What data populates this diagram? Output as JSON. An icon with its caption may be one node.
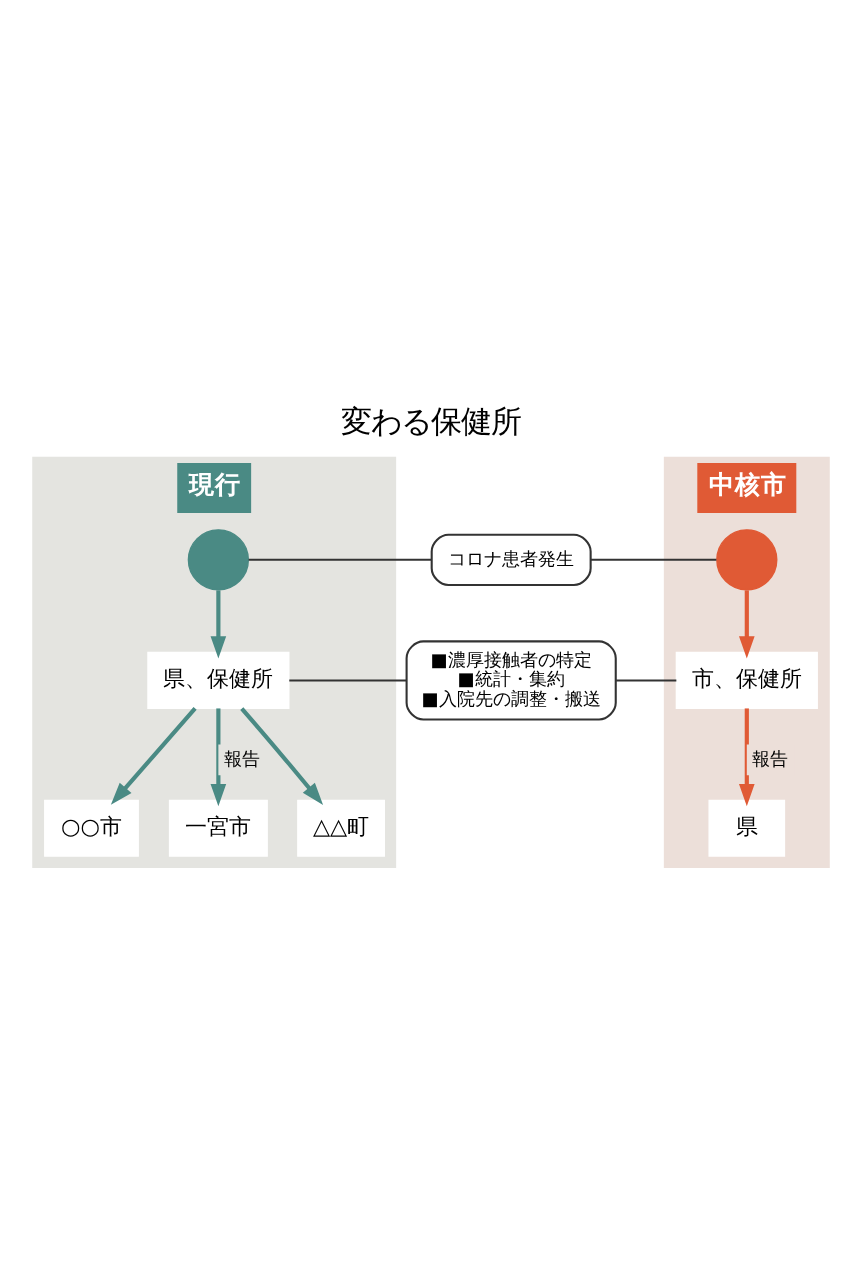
{
  "diagram": {
    "title": "変わる保健所",
    "nodes": [
      {
        "text": [
          "現行"
        ]
      },
      {
        "text": [],
        "shape": "person",
        "in": 0
      },
      {
        "text": [
          "県、保健所"
        ],
        "in": 0
      },
      {
        "text": [
          "○○市"
        ],
        "in": 0
      },
      {
        "text": [
          "一宮市"
        ],
        "in": 0
      },
      {
        "text": [
          "△△町"
        ],
        "in": 0
      },
      {
        "text": [
          "中核市"
        ]
      },
      {
        "text": [],
        "shape": "person",
        "in": 6
      },
      {
        "text": [
          "市、保健所"
        ],
        "in": 6
      },
      {
        "text": [
          "県"
        ],
        "in": 6
      },
      {
        "text": [
          "コロナ患者発生"
        ]
      },
      {
        "text": [
          "■濃厚接触者の特定",
          "■統計・集約",
          "■入院先の調整・搬送"
        ]
      }
    ],
    "edges": [
      {
        "from": 1,
        "to": 2,
        "arrow": "to"
      },
      {
        "from": 2,
        "to": 3,
        "arrow": "to"
      },
      {
        "from": 2,
        "to": 4,
        "arrow": "to",
        "label": "報告"
      },
      {
        "from": 2,
        "to": 5,
        "arrow": "to"
      },
      {
        "from": 7,
        "to": 8,
        "arrow": "to",
        "color": "#e05a35"
      },
      {
        "from": 8,
        "to": 9,
        "arrow": "to",
        "label": "報告",
        "color": "#e05a35"
      },
      {
        "from": 10,
        "to": 1,
        "arrow": "none"
      },
      {
        "from": 10,
        "to": 7,
        "arrow": "none"
      },
      {
        "from": 11,
        "to": 2,
        "arrow": "none"
      },
      {
        "from": 11,
        "to": 8,
        "arrow": "none"
      }
    ]
  }
}
